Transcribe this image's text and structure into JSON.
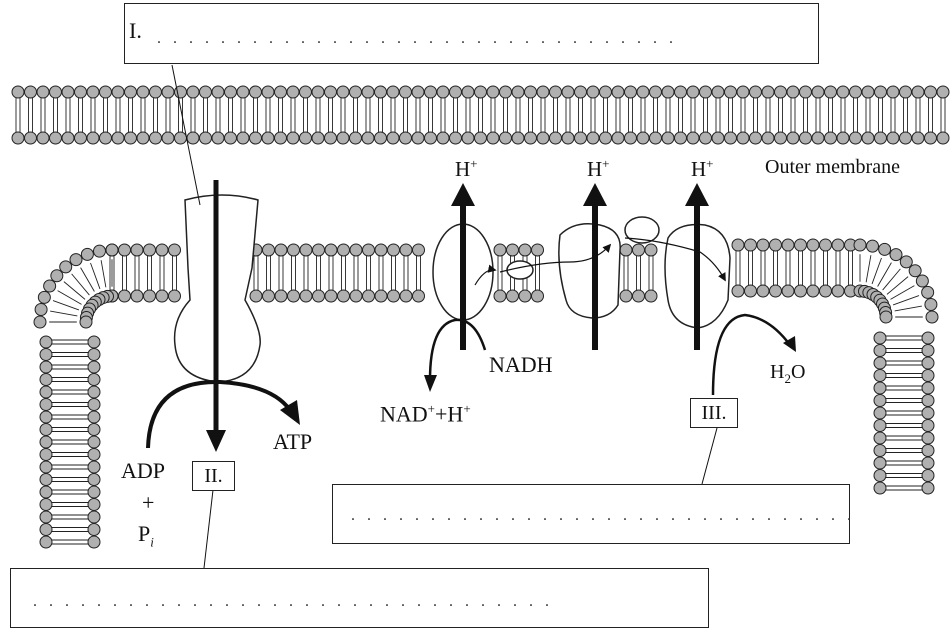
{
  "labels": {
    "roman_one": "I.",
    "roman_two": "II.",
    "roman_three": "III.",
    "outer_membrane": "Outer membrane",
    "h_plus": "H",
    "plus": "+",
    "nadh": "NADH",
    "nad_plus_h_plus": {
      "nad": "NAD",
      "plus_h": "+H",
      "sup": "+"
    },
    "atp": "ATP",
    "adp": "ADP",
    "plus_sign": "+",
    "pi": "P",
    "pi_sub": "i",
    "water": {
      "h": "H",
      "sub": "2",
      "o": "O"
    }
  },
  "answer_boxes": {
    "one_dots": ". . . . . . . . . . . . . . . . . . . . . . . . . . . . . . . . .",
    "two_dots": ". . . . . . . . . . . . . . . . . . . . . . . . . . . . . . . . .",
    "three_dots": ". . . . . . . . . . . . . . . . . . . . . . . . . . . . . . . ."
  },
  "colors": {
    "lipid_head": "#b0b0b0",
    "stroke": "#222222"
  }
}
